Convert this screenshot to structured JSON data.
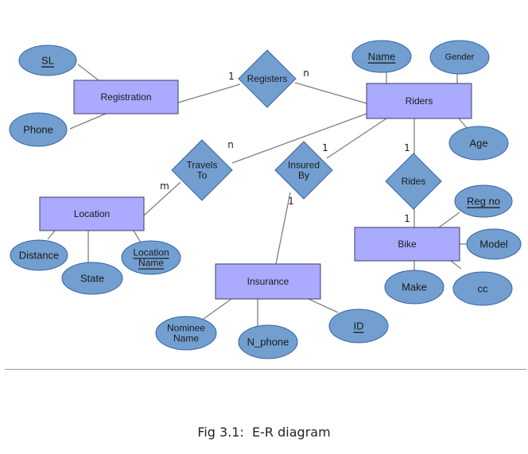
{
  "entities": {
    "registration": "Registration",
    "riders": "Riders",
    "location": "Location",
    "bike": "Bike",
    "insurance": "Insurance"
  },
  "relationships": {
    "registers": [
      "Registers"
    ],
    "travels_to": [
      "Travels",
      "To"
    ],
    "insured_by": [
      "Insured",
      "By"
    ],
    "rides": [
      "Rides"
    ]
  },
  "attributes": {
    "sl": [
      "SL"
    ],
    "phone": [
      "Phone"
    ],
    "name": [
      "Name"
    ],
    "gender": [
      "Gender"
    ],
    "age": [
      "Age"
    ],
    "reg_no": [
      "Reg no"
    ],
    "model": [
      "Model"
    ],
    "make": [
      "Make"
    ],
    "cc": [
      "cc"
    ],
    "distance": [
      "Distance"
    ],
    "state": [
      "State"
    ],
    "location_name": [
      "Location",
      "Name"
    ],
    "nominee_name": [
      "Nominee",
      "Name"
    ],
    "n_phone": [
      "N_phone"
    ],
    "id": [
      "ID"
    ]
  },
  "cardinalities": {
    "registers_registration": "1",
    "registers_riders": "n",
    "travels_riders": "n",
    "travels_location": "m",
    "insured_riders": "1",
    "insured_insurance": "1",
    "rides_riders": "1",
    "rides_bike": "1"
  },
  "caption": "Fig 3.1:  E-R diagram",
  "colors": {
    "entity_fill": "#AAAAFF",
    "entity_stroke": "#3f3f62",
    "relationship_fill": "#729fcf",
    "relationship_stroke": "#3465a4",
    "attribute_fill": "#729fcf",
    "attribute_stroke": "#3465a4",
    "line": "#7f7f7f"
  }
}
